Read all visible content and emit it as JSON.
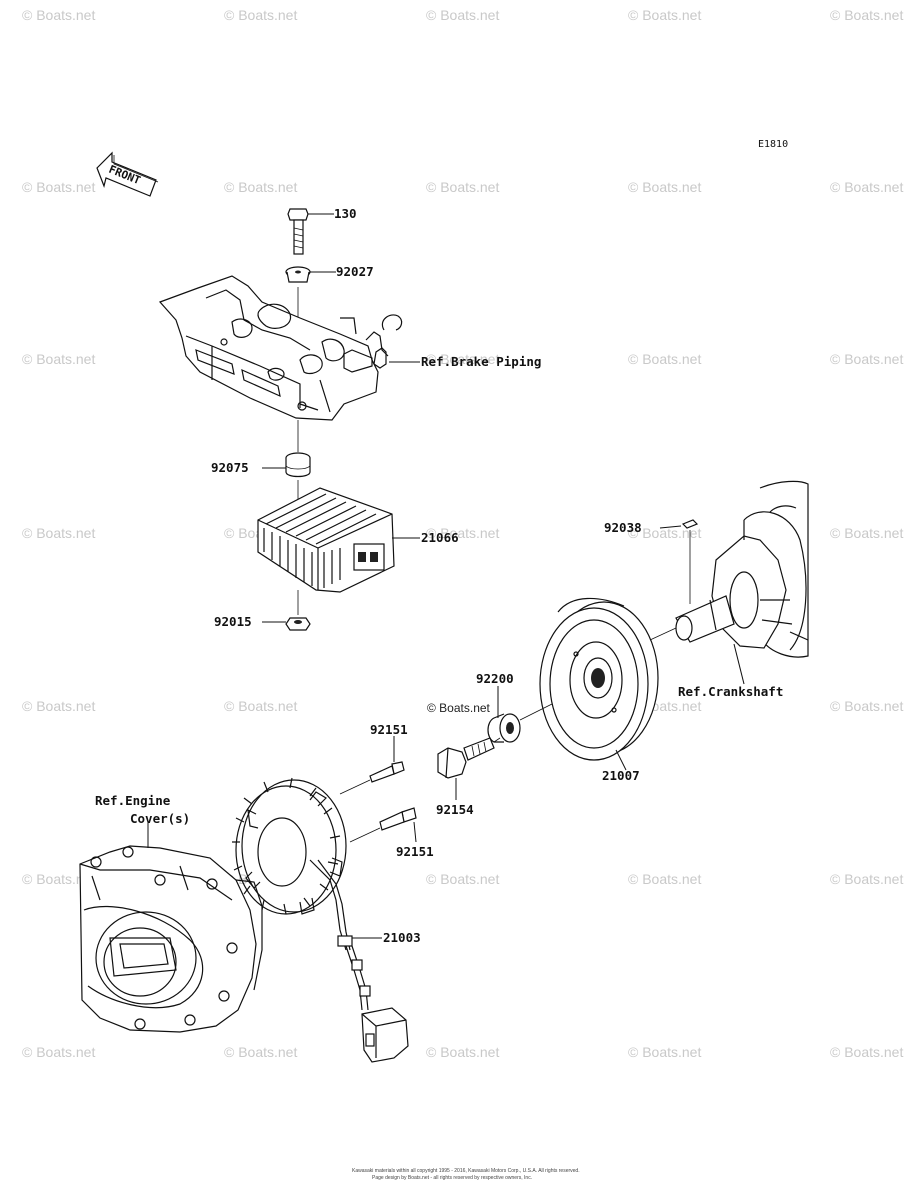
{
  "diagram": {
    "code": "E1810",
    "front_label": "FRONT",
    "copyright": "© Boats.net",
    "footer_lines": [
      "Kawasaki materials within all copyright 1995 - 2016, Kawasaki Motors Corp., U.S.A. All rights reserved.",
      "Page design by Boats.net - all rights reserved by respective owners, Inc."
    ]
  },
  "watermark": "© Boats.net",
  "callouts": {
    "p130": "130",
    "p92027": "92027",
    "ref_brake": "Ref.Brake Piping",
    "p92075": "92075",
    "p21066": "21066",
    "p92015": "92015",
    "p92038": "92038",
    "ref_crank": "Ref.Crankshaft",
    "p92200": "92200",
    "p21007": "21007",
    "p92151a": "92151",
    "p92154": "92154",
    "p92151b": "92151",
    "ref_engine_1": "Ref.Engine",
    "ref_engine_2": "Cover(s)",
    "p21003": "21003"
  }
}
